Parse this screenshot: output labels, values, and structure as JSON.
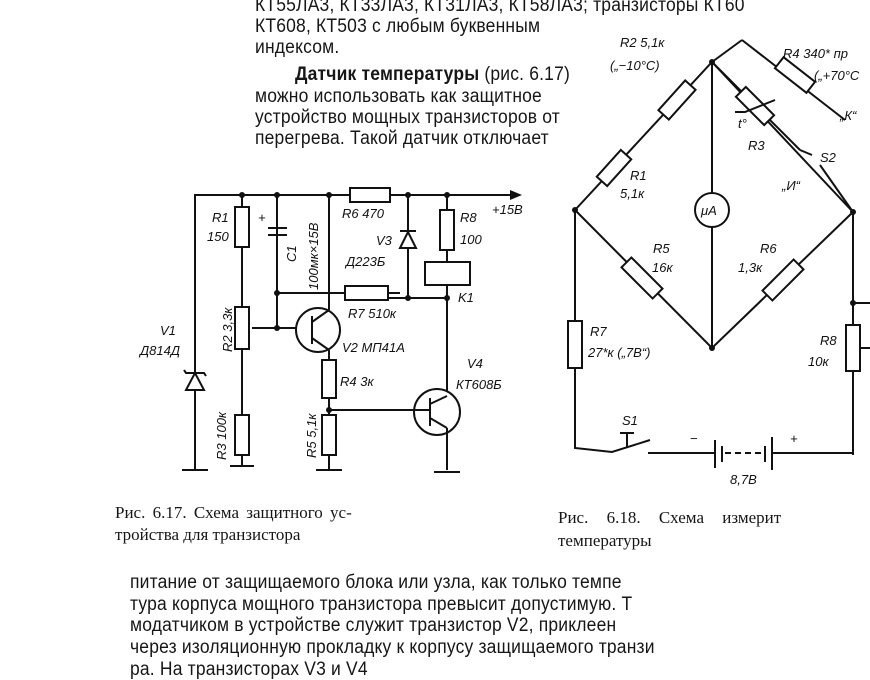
{
  "text_top": {
    "lines": [
      "КТ55ЛА3, КТ33ЛА3, КТ31ЛА3, КТ58ЛА3; транзисторы КТ60",
      "КТ608, КТ503 с любым буквенным",
      "индексом."
    ],
    "para_bold": "Датчик температуры",
    "para_rest_1": "(рис. 6.17)",
    "para_lines": [
      "можно использовать как защитное",
      "устройство мощных транзисторов от",
      "перегрева. Такой датчик отключает"
    ]
  },
  "text_bottom": {
    "lines": [
      "питание от защищаемого блока или узла, как только темпе",
      "тура корпуса мощного транзистора превысит допустимую. Т",
      "модатчиком в устройстве служит транзистор V2, приклеен",
      "через изоляционную прокладку к корпусу защищаемого транзи",
      "ра. На транзисторах V3 и V4"
    ]
  },
  "fig617": {
    "caption_1": "Рис. 6.17. Схема защитного ус-",
    "caption_2": "тройства для транзистора",
    "labels": {
      "r1": "R1",
      "r1v": "150",
      "c1": "C1",
      "c1v": "100мк×15В",
      "r6": "R6 470",
      "v3": "V3",
      "v3v": "Д223Б",
      "r8": "R8",
      "r8v": "100",
      "supply": "+15В",
      "r2": "R2 3,3к",
      "r7": "R7 510к",
      "k1": "K1",
      "v1": "V1",
      "v1v": "Д814Д",
      "v2": "V2 МП41А",
      "r4": "R4 3к",
      "v4": "V4",
      "v4v": "КТ608Б",
      "r3": "R3 100к",
      "r5": "R5 5,1к"
    }
  },
  "fig618": {
    "caption_1": "Рис. 6.18. Схема измерит",
    "caption_2": "температуры",
    "labels": {
      "r2": "R2 5,1к",
      "r2t": "(„−10°C)",
      "r4": "R4 340* пр",
      "r4t": "(„+70°C",
      "k": "„К“",
      "t": "t°",
      "r3": "R3",
      "s2": "S2",
      "i": "„И“",
      "r1": "R1",
      "r1v": "5,1к",
      "meter": "μА",
      "r5": "R5",
      "r5v": "16к",
      "r6": "R6",
      "r6v": "1,3к",
      "r7": "R7",
      "r7v": "27*к („7В“)",
      "r8": "R8",
      "r8v": "10к",
      "s1": "S1",
      "minus": "−",
      "plus": "+",
      "battery": "8,7В"
    }
  }
}
